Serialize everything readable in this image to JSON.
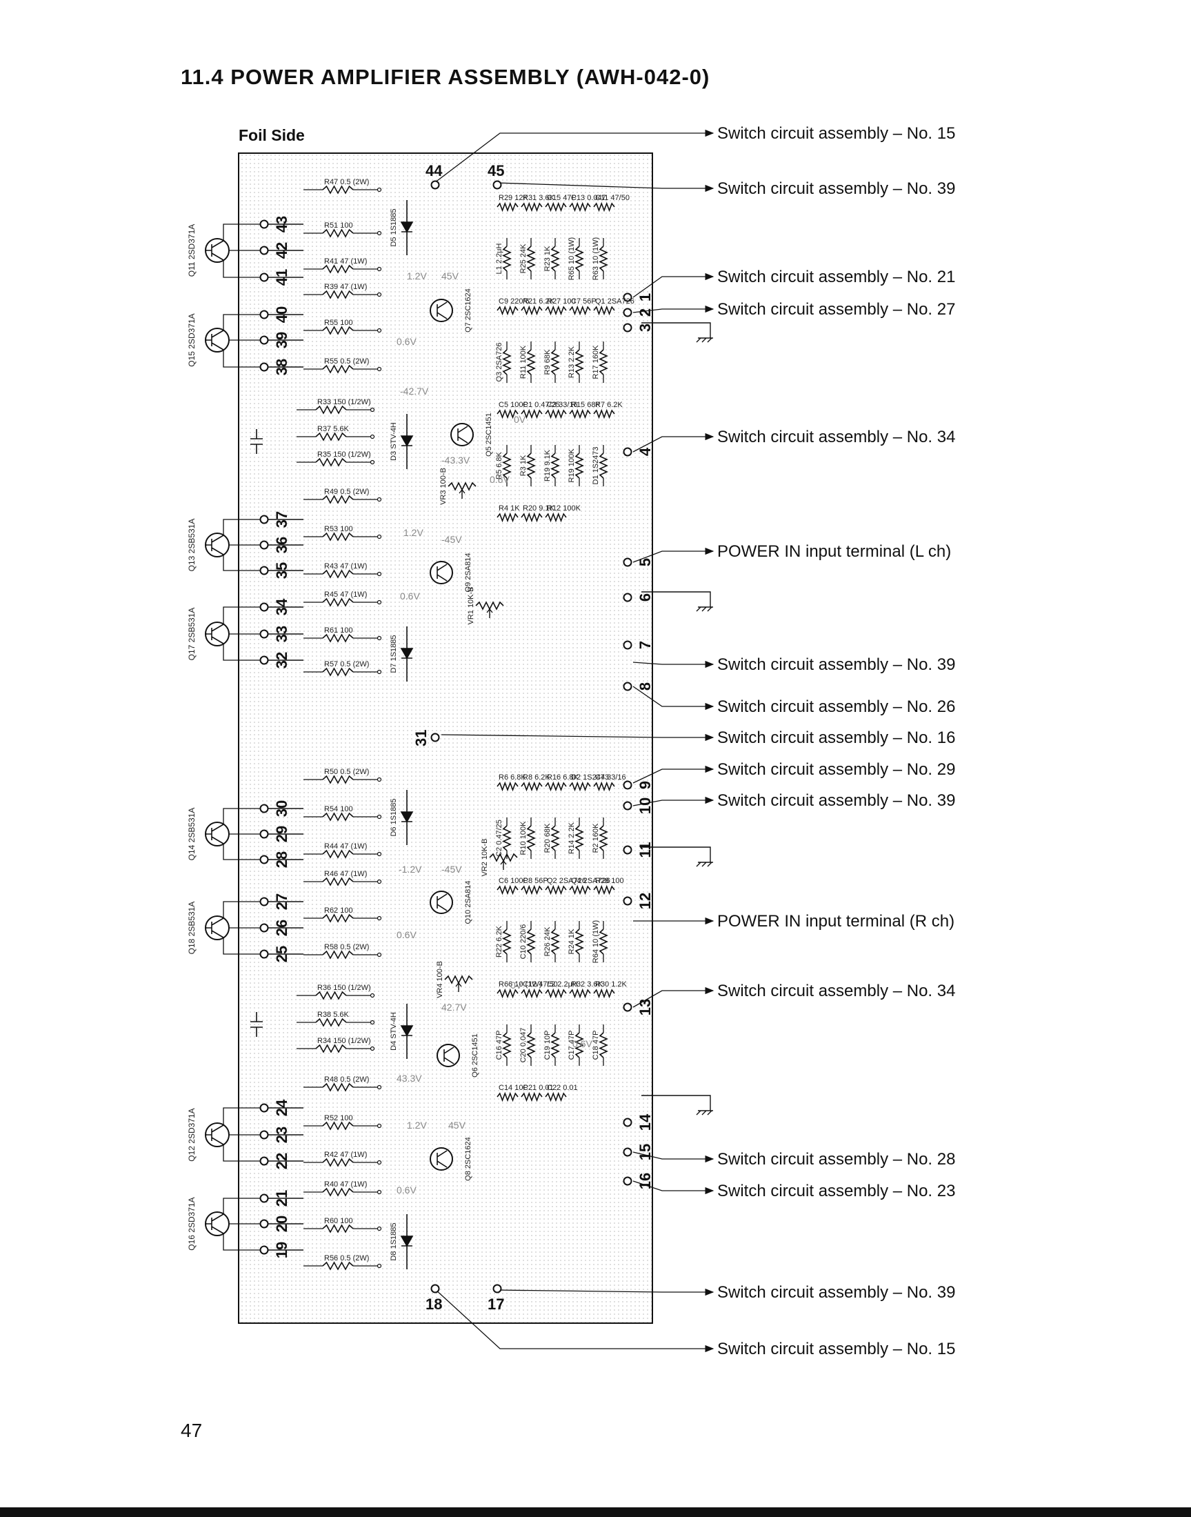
{
  "page": {
    "title": "11.4   POWER AMPLIFIER ASSEMBLY (AWH-042-0)",
    "foil_label": "Foil Side",
    "page_number": "47"
  },
  "callouts": [
    {
      "text": "Switch circuit assembly – No. 15"
    },
    {
      "text": "Switch circuit assembly – No. 39"
    },
    {
      "text": "Switch circuit assembly – No. 21"
    },
    {
      "text": "Switch circuit assembly – No. 27"
    },
    {
      "text": "Switch circuit assembly – No. 34"
    },
    {
      "text": "POWER  IN  input terminal (L ch)"
    },
    {
      "text": "Switch circuit assembly – No. 39"
    },
    {
      "text": "Switch circuit assembly – No. 26"
    },
    {
      "text": "Switch circuit assembly – No. 16"
    },
    {
      "text": "Switch circuit assembly – No. 29"
    },
    {
      "text": "Switch circuit assembly – No. 39"
    },
    {
      "text": "POWER  IN  input terminal (R ch)"
    },
    {
      "text": "Switch circuit assembly – No. 34"
    },
    {
      "text": "Switch circuit assembly – No. 28"
    },
    {
      "text": "Switch circuit assembly – No. 23"
    },
    {
      "text": "Switch circuit assembly – No. 39"
    },
    {
      "text": "Switch circuit assembly – No. 15"
    }
  ],
  "terminals_top": [
    "44",
    "45"
  ],
  "terminals_bottom": [
    "18",
    "17"
  ],
  "terminal_mid": "31",
  "terminals_right": [
    "1",
    "2",
    "3",
    "4",
    "5",
    "6",
    "7",
    "8",
    "9",
    "10",
    "11",
    "12",
    "13",
    "14",
    "15",
    "16"
  ],
  "terminals_left": [
    "43",
    "42",
    "41",
    "40",
    "39",
    "38",
    "37",
    "36",
    "35",
    "34",
    "33",
    "32",
    "30",
    "29",
    "28",
    "27",
    "26",
    "25",
    "24",
    "23",
    "22",
    "21",
    "20",
    "19"
  ],
  "transistors_left": [
    {
      "ref": "Q11 2SD371A"
    },
    {
      "ref": "Q15 2SD371A"
    },
    {
      "ref": "Q13 2SB531A"
    },
    {
      "ref": "Q17 2SB531A"
    },
    {
      "ref": "Q14 2SB531A"
    },
    {
      "ref": "Q18 2SB531A"
    },
    {
      "ref": "Q12 2SD371A"
    },
    {
      "ref": "Q16 2SD371A"
    }
  ],
  "resistors_left": [
    [
      "R47 0.5 (2W)",
      "R51 100",
      "R41 47 (1W)",
      "R39 47 (1W)",
      "R55 100",
      "R55 0.5 (2W)"
    ],
    [
      "R33 150 (1/2W)",
      "R37 5.6K",
      "R35 150 (1/2W)"
    ],
    [
      "R49 0.5 (2W)",
      "R53 100",
      "R43 47 (1W)",
      "R45 47 (1W)",
      "R61 100",
      "R57 0.5 (2W)"
    ],
    [
      "R50 0.5 (2W)",
      "R54 100",
      "R44 47 (1W)",
      "R46 47 (1W)",
      "R62 100",
      "R58 0.5 (2W)"
    ],
    [
      "R36 150 (1/2W)",
      "R38 5.6K",
      "R34 150 (1/2W)"
    ],
    [
      "R48 0.5 (2W)",
      "R52 100",
      "R42 47 (1W)",
      "R40 47 (1W)",
      "R60 100",
      "R56 0.5 (2W)"
    ]
  ],
  "center_parts": [
    "D5 1S1885",
    "Q7 2SC1624",
    "D3 STV-4H",
    "Q5 2SC1451",
    "Q9 2SA814",
    "D7 1S1885",
    "D6 1S1885",
    "Q10 2SA814",
    "D4 STV-4H",
    "Q6 2SC1451",
    "Q8 2SC1624",
    "D8 1S1885",
    "VR3 100-B",
    "VR1 10K-B",
    "VR2 10K-B",
    "VR4 100-B"
  ],
  "right_parts": [
    "R29 12K",
    "R31 3.6K",
    "C15 47P",
    "C13 0.047",
    "C11 47/50",
    "L1 2.2μH",
    "R25 24K",
    "R23 1K",
    "R65 10 (1W)",
    "R63 10 (1W)",
    "C9 220/6",
    "R21 6.2K",
    "R27 100",
    "C7 56P",
    "Q1 2SA726",
    "Q3 2SA726",
    "R11 100K",
    "R9 68K",
    "R13 2.2K",
    "R17 160K",
    "C5 100P",
    "C1 0.47/25",
    "C3 33/16",
    "R15 68K",
    "R7 6.2K",
    "R5 6.8K",
    "R3 1K",
    "R19 9.1K",
    "R19 100K",
    "D1 1S2473",
    "R4 1K",
    "R20 9.1K",
    "R12 100K",
    "R6 6.8K",
    "R8 6.2K",
    "R16 6.8K",
    "D2 1S2473",
    "C4 33/16",
    "C2 0.47/25",
    "R10 100K",
    "R20 68K",
    "R14 2.2K",
    "R2 160K",
    "C6 100P",
    "C8 56P",
    "Q2 2SA726",
    "Q4 2SA726",
    "R28 100",
    "R22 6.2K",
    "C10 220/6",
    "R26 24K",
    "R24 1K",
    "R64 10 (1W)",
    "R66 10 (1W)",
    "C12 47/50",
    "L2 2.2μH",
    "R32 3.6K",
    "R30 1.2K",
    "C16 47P",
    "C20 0.047",
    "C19 10P",
    "C17 47P",
    "C18 47P",
    "C14 10P",
    "C21 0.01",
    "C22 0.01"
  ],
  "voltages": [
    "1.2V",
    "45V",
    "0.6V",
    "-42.7V",
    "-43.3V",
    "0V",
    "0.6V",
    "1.2V",
    "-45V",
    "0.6V",
    "-1.2V",
    "-45V",
    "0.6V",
    "42.7V",
    "43.3V",
    "0V",
    "0.6V",
    "1.2V",
    "45V",
    "0.6V"
  ]
}
